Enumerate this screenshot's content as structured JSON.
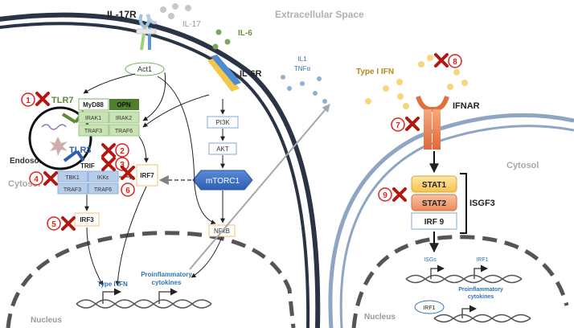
{
  "regions": {
    "extracellular": "Extracellular Space",
    "cytosol_left": "Cytosol",
    "cytosol_right": "Cytosol",
    "endosome": "Endosome",
    "nucleus_left": "Nucleus",
    "nucleus_right": "Nucleus"
  },
  "receptors": {
    "il17r": "IL-17R",
    "il17": "IL-17",
    "act1": "Act1",
    "il6": "IL-6",
    "il6r": "IL-6R",
    "il1": "IL1",
    "tnfa": "TNFα",
    "type1ifn": "Type I IFN",
    "ifnar": "IFNAR"
  },
  "molecules": {
    "tlr7": "TLR7",
    "tlr3": "TLR3",
    "myd88": "MyD88",
    "opn": "OPN",
    "irak1": "IRAK1",
    "irak2": "IRAK2",
    "traf3_a": "TRAF3",
    "traf6_a": "TRAF6",
    "trif": "TRIF",
    "tbk1": "TBK1",
    "ikke": "IKKε",
    "traf3_b": "TRAF3",
    "traf6_b": "TRAF6",
    "irf7": "IRF7",
    "irf3": "IRF3",
    "pi3k": "PI3K",
    "akt": "AKT",
    "mtorc1": "mTORC1",
    "nfkb": "NFκB",
    "stat1": "STAT1",
    "stat2": "STAT2",
    "irf9": "IRF 9",
    "isgf3": "ISGF3",
    "irf1_box": "IRF1"
  },
  "gene_products": {
    "type1ifn_left": "Type I IFN",
    "proinflam_left_1": "Proinflammatory",
    "proinflam_left_2": "cytokines",
    "isgs": "ISGs",
    "irf1": "IRF1",
    "proinflam_right_1": "Proinflammatory",
    "proinflam_right_2": "cytokines"
  },
  "markers": [
    "1",
    "2",
    "3",
    "4",
    "5",
    "6",
    "7",
    "8",
    "9"
  ],
  "colors": {
    "marker_red": "#e0201c",
    "tlr7_green": "#5f8a3a",
    "tlr3_blue": "#2e5fa8",
    "blue_text": "#2e74b5",
    "ifn_gold": "#b38a1e",
    "mtorc1_blue": "#3d6fbf"
  }
}
